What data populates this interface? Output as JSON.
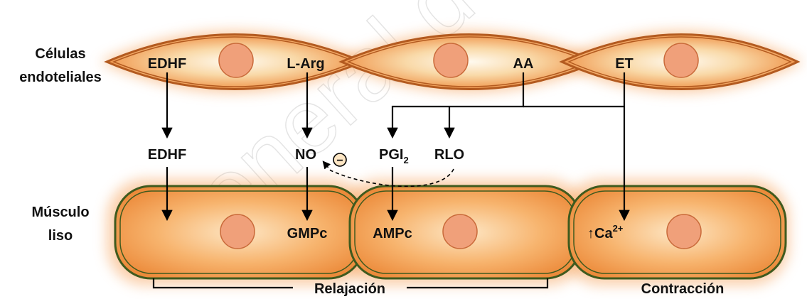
{
  "side_labels": {
    "endothelial_line1": "Células",
    "endothelial_line2": "endoteliales",
    "muscle_line1": "Músculo",
    "muscle_line2": "liso"
  },
  "endothelial_labels": {
    "edhf": "EDHF",
    "l_arg": "L-Arg",
    "aa": "AA",
    "et": "ET"
  },
  "mediators": {
    "edhf": "EDHF",
    "no": "NO",
    "inhibition_sign": "−",
    "pgi2_base": "PGI",
    "pgi2_sub": "2",
    "rlo": "RLO"
  },
  "muscle_labels": {
    "gmpc": "GMPc",
    "ampc": "AMPc",
    "ca_prefix": "↑Ca",
    "ca_sup": "2+"
  },
  "bottom_labels": {
    "relajacion": "Relajación",
    "contraccion": "Contracción"
  },
  "watermark": "General de B",
  "colors": {
    "cell_outline": "#b35a1f",
    "muscle_outline": "#3f5a1e",
    "nucleus": "#f0a07a",
    "arrow": "#000000"
  }
}
